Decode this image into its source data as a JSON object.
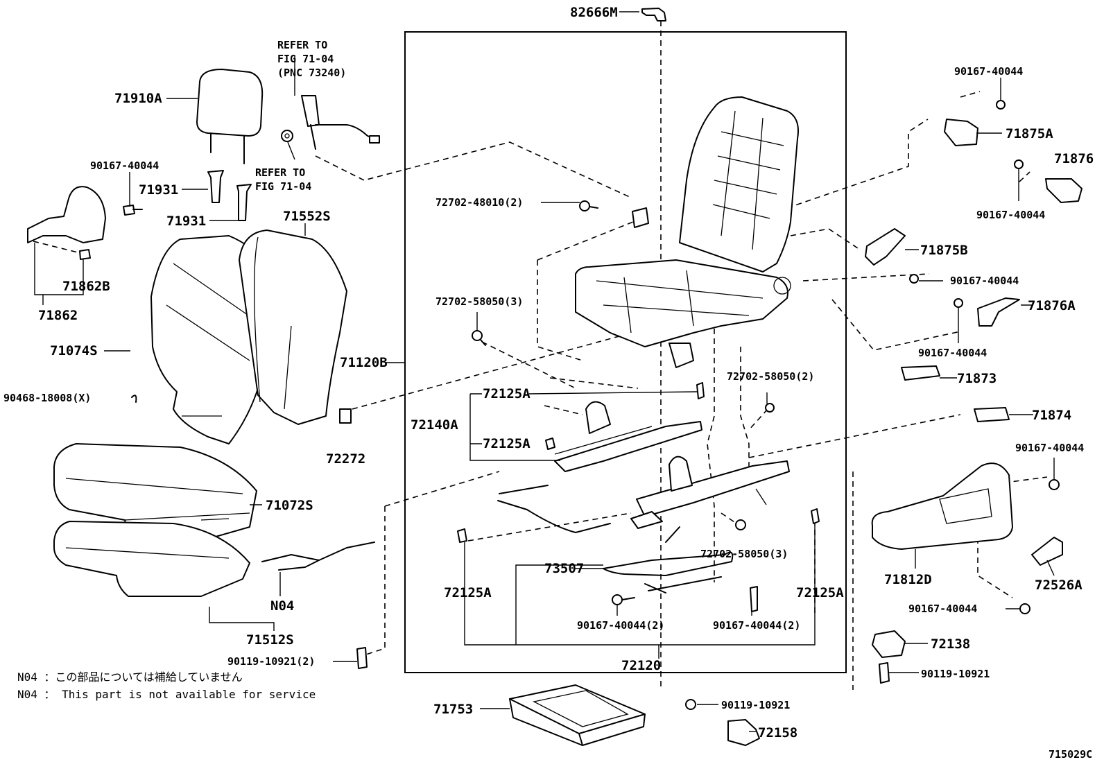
{
  "figure_id": "715029C",
  "labels": {
    "p82666M": "82666M",
    "p71910A": "71910A",
    "refer1_l1": "REFER TO",
    "refer1_l2": "FIG 71-04",
    "refer1_l3": "(PNC 73240)",
    "refer2_l1": "REFER TO",
    "refer2_l2": "FIG 71-04",
    "p90167_a": "90167-40044",
    "p71931_a": "71931",
    "p71931_b": "71931",
    "p71552S": "71552S",
    "p71862B": "71862B",
    "p71862": "71862",
    "p71074S": "71074S",
    "p90468": "90468-18008(X)",
    "p71120B": "71120B",
    "p72272": "72272",
    "p71072S": "71072S",
    "pN04": "N04",
    "p71512S": "71512S",
    "p90119_a": "90119-10921(2)",
    "p72702_48010": "72702-48010(2)",
    "p72702_58050_3a": "72702-58050(3)",
    "p72125A_a": "72125A",
    "p72140A": "72140A",
    "p72125A_b": "72125A",
    "p72702_58050_2": "72702-58050(2)",
    "p72702_58050_3b": "72702-58050(3)",
    "p73507": "73507",
    "p72125A_c": "72125A",
    "p72125A_d": "72125A",
    "p90167_2a": "90167-40044(2)",
    "p90167_2b": "90167-40044(2)",
    "p72120": "72120",
    "p71753": "71753",
    "p90119_b": "90119-10921",
    "p72158": "72158",
    "p90167_b": "90167-40044",
    "p71875A": "71875A",
    "p71876": "71876",
    "p90167_c": "90167-40044",
    "p71875B": "71875B",
    "p90167_d": "90167-40044",
    "p71876A": "71876A",
    "p90167_e": "90167-40044",
    "p71873": "71873",
    "p71874": "71874",
    "p90167_f": "90167-40044",
    "p71812D": "71812D",
    "p72526A": "72526A",
    "p90167_g": "90167-40044",
    "p72138": "72138",
    "p90119_c": "90119-10921"
  },
  "notes": {
    "n1": "N04 ：この部品については補給していません",
    "n2": "N04 ： This part is not available for service"
  }
}
